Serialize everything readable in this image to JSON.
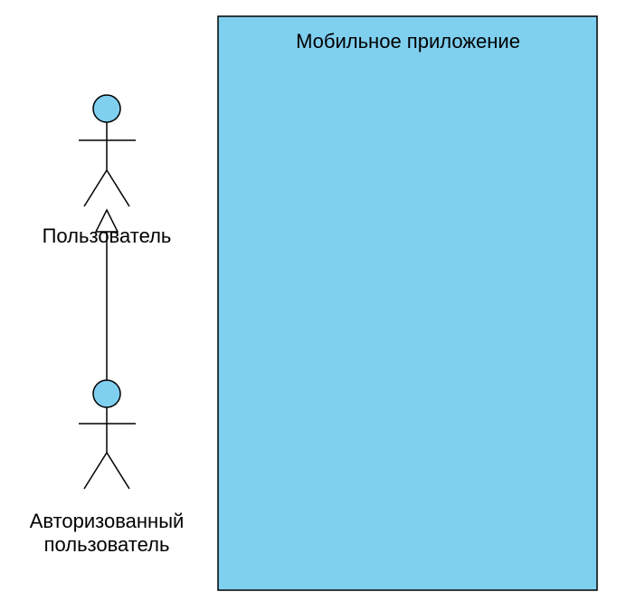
{
  "diagram": {
    "type": "uml-use-case",
    "system_boundary": {
      "title": "Мобильное приложение"
    },
    "actors": [
      {
        "id": "user",
        "label_lines": [
          "Пользователь"
        ]
      },
      {
        "id": "authorized-user",
        "label_lines": [
          "Авторизованный",
          "пользователь"
        ]
      }
    ],
    "relationships": [
      {
        "type": "generalization",
        "from": "authorized-user",
        "to": "user"
      }
    ],
    "colors": {
      "shape_fill": "#7FCFEF",
      "stroke": "#000000",
      "canvas_background": "#FFFFFF"
    }
  }
}
